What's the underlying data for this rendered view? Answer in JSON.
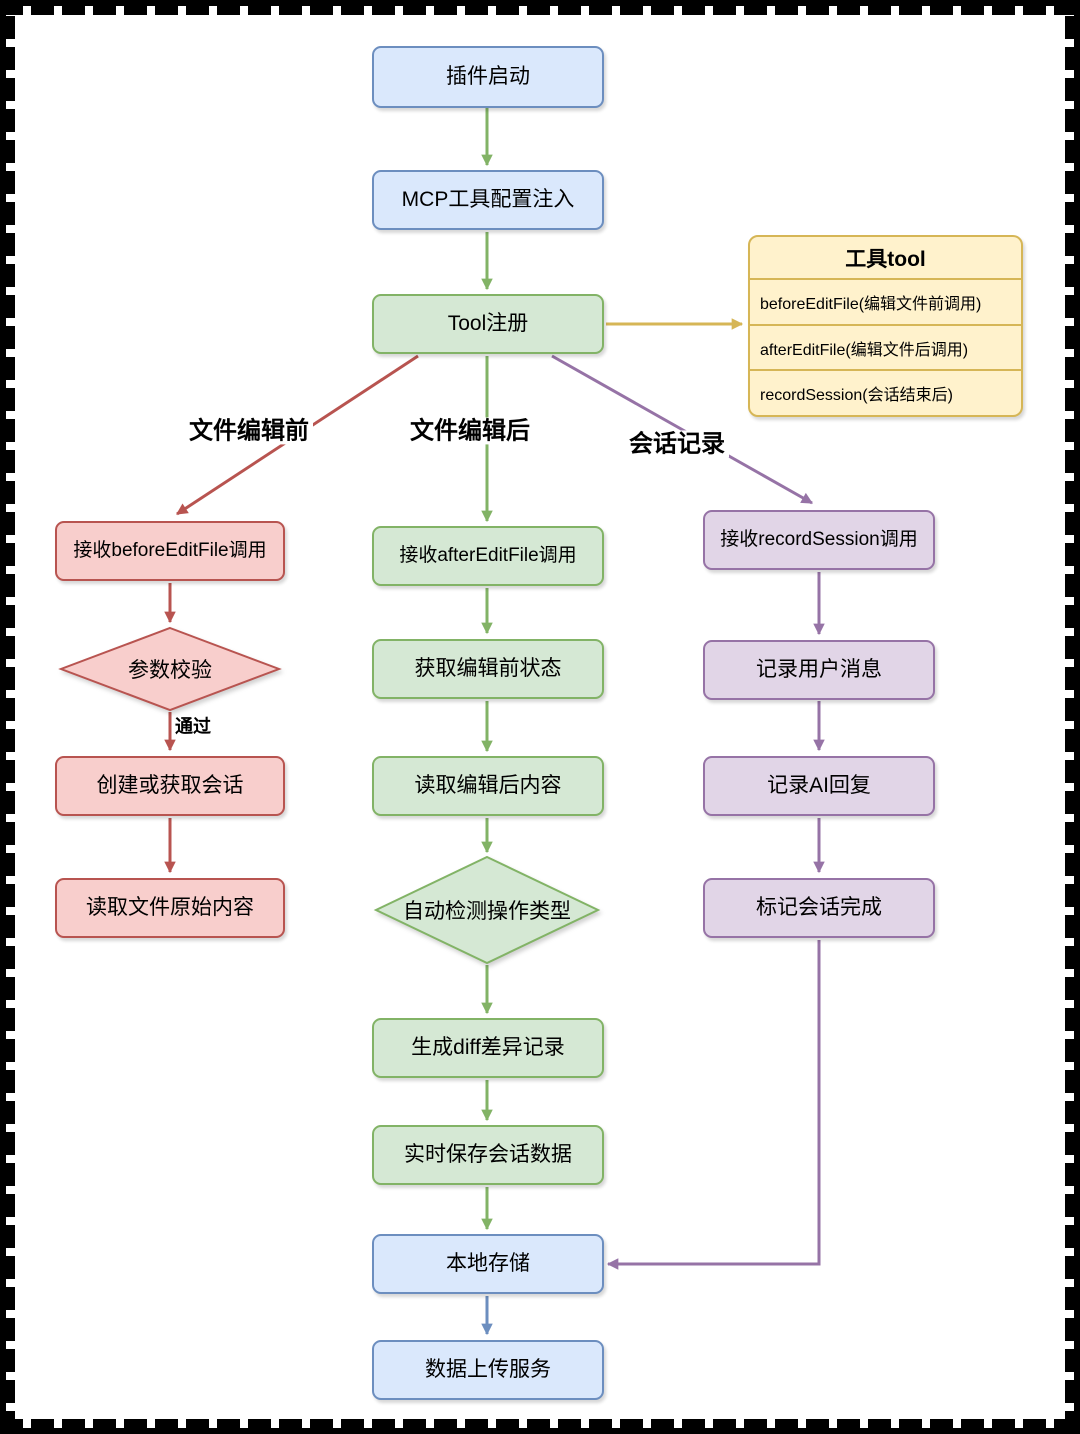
{
  "diagram": {
    "nodes": {
      "start": {
        "label": "插件启动"
      },
      "mcp_inject": {
        "label": "MCP工具配置注入"
      },
      "tool_register": {
        "label": "Tool注册"
      },
      "receive_before": {
        "label": "接收beforeEditFile调用"
      },
      "validate_params": {
        "label": "参数校验"
      },
      "create_session": {
        "label": "创建或获取会话"
      },
      "read_original": {
        "label": "读取文件原始内容"
      },
      "receive_after": {
        "label": "接收afterEditFile调用"
      },
      "get_before_state": {
        "label": "获取编辑前状态"
      },
      "read_after": {
        "label": "读取编辑后内容"
      },
      "detect_type": {
        "label": "自动检测操作类型"
      },
      "gen_diff": {
        "label": "生成diff差异记录"
      },
      "save_session": {
        "label": "实时保存会话数据"
      },
      "local_storage": {
        "label": "本地存储"
      },
      "upload_service": {
        "label": "数据上传服务"
      },
      "receive_record": {
        "label": "接收recordSession调用"
      },
      "record_user": {
        "label": "记录用户消息"
      },
      "record_ai": {
        "label": "记录AI回复"
      },
      "mark_complete": {
        "label": "标记会话完成"
      }
    },
    "tool_box": {
      "title": "工具tool",
      "methods": [
        "beforeEditFile(编辑文件前调用)",
        "afterEditFile(编辑文件后调用)",
        "recordSession(会话结束后)"
      ]
    },
    "edge_labels": {
      "before_edit": "文件编辑前",
      "after_edit": "文件编辑后",
      "session_record": "会话记录",
      "pass": "通过"
    },
    "colors": {
      "blue_fill": "#dae8fc",
      "blue_stroke": "#6c8ebf",
      "green_fill": "#d5e8d4",
      "green_stroke": "#82b366",
      "red_fill": "#f8cecc",
      "red_stroke": "#b85450",
      "purple_fill": "#e1d5e7",
      "purple_stroke": "#9673a6",
      "yellow_fill": "#fff2cc",
      "yellow_stroke": "#d6b656"
    }
  }
}
